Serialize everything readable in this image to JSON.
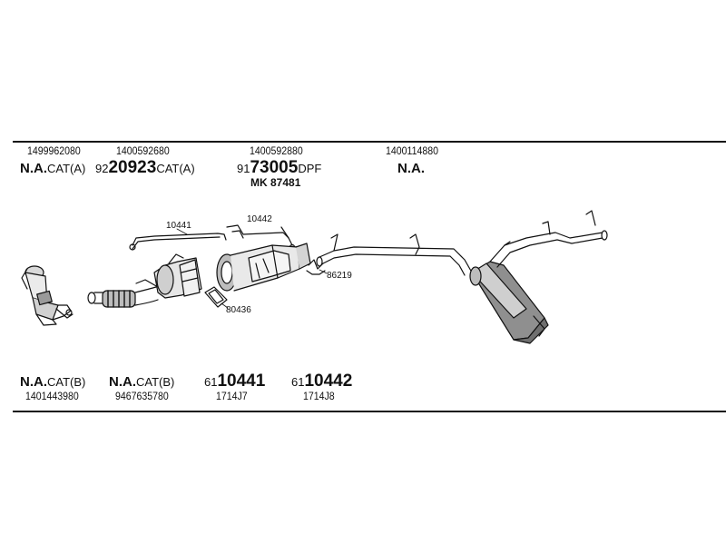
{
  "top_row": {
    "p1": {
      "part_no": "1499962080",
      "code": "N.A.",
      "suffix": "CAT(A)"
    },
    "p2": {
      "part_no": "1400592680",
      "prefix": "92",
      "code": "20923",
      "suffix": "CAT(A)"
    },
    "p3": {
      "part_no": "1400592880",
      "prefix": "91",
      "code": "73005",
      "suffix": "DPF",
      "extra": "MK 87481"
    },
    "p4": {
      "part_no": "1400114880",
      "code": "N.A."
    }
  },
  "bottom_row": {
    "p5": {
      "code": "N.A.",
      "suffix": "CAT(B)",
      "part_no": "1401443980"
    },
    "p6": {
      "code": "N.A.",
      "suffix": "CAT(B)",
      "part_no": "9467635780"
    },
    "p7": {
      "prefix": "61",
      "code": "10441",
      "part_no": "1714J7"
    },
    "p8": {
      "prefix": "61",
      "code": "10442",
      "part_no": "1714J8"
    }
  },
  "callouts": {
    "c10441": "10441",
    "c10442": "10442",
    "c86219": "86219",
    "c80436": "80436"
  },
  "colors": {
    "line": "#111111",
    "fill": "#d9d9d9",
    "shade": "#9a9a9a"
  }
}
